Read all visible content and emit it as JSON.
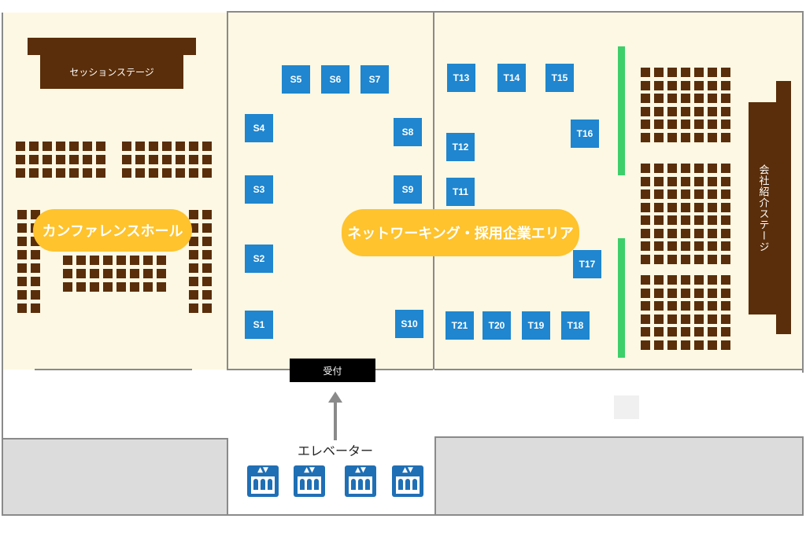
{
  "areas": {
    "conference_hall": "カンファレンスホール",
    "networking": "ネットワーキング・採用企業エリア",
    "session_stage": "セッションステージ",
    "company_stage": "会社紹介ステージ",
    "reception": "受付",
    "elevator": "エレベーター"
  },
  "booths": {
    "s": [
      "S1",
      "S2",
      "S3",
      "S4",
      "S5",
      "S6",
      "S7",
      "S8",
      "S9",
      "S10"
    ],
    "t": [
      "T11",
      "T12",
      "T13",
      "T14",
      "T15",
      "T16",
      "T17",
      "T18",
      "T19",
      "T20",
      "T21"
    ]
  },
  "icons": {
    "elevator": "elevator-icon",
    "arrow": "arrow-up-icon"
  },
  "colors": {
    "booth": "#1f86cf",
    "label_pill": "#fec32d",
    "stage": "#5a2e0a",
    "seat": "#5a2e0a",
    "divider": "#3ccf6a",
    "floor": "#fdf8e3"
  },
  "elevator_count": 4
}
